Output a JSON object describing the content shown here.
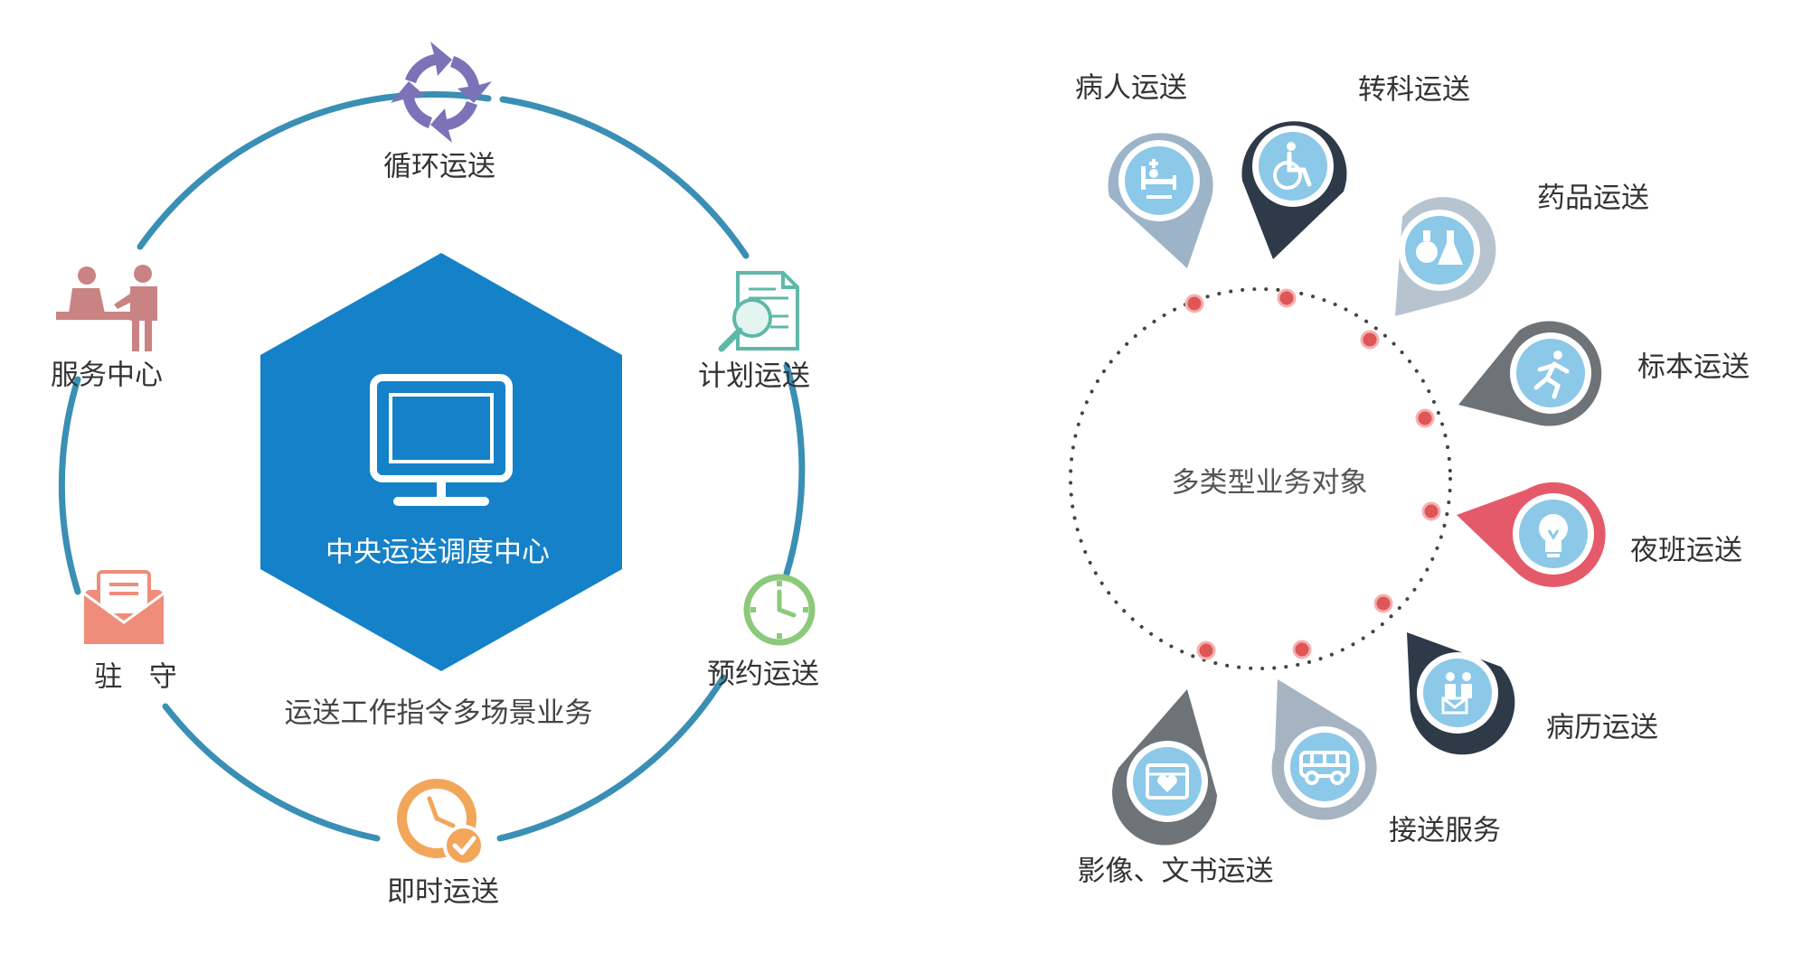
{
  "left": {
    "hub_title": "中央运送调度中心",
    "subtitle": "运送工作指令多场景业务",
    "nodes": [
      {
        "id": "cycle",
        "label": "循环运送",
        "icon": "cycle-arrows-icon",
        "color": "#7b72b8"
      },
      {
        "id": "plan",
        "label": "计划运送",
        "icon": "document-magnifier-icon",
        "color": "#5fb8a8"
      },
      {
        "id": "appoint",
        "label": "预约运送",
        "icon": "clock-icon",
        "color": "#8cc97a"
      },
      {
        "id": "instant",
        "label": "即时运送",
        "icon": "clock-check-icon",
        "color": "#f2a65a"
      },
      {
        "id": "station",
        "label": "驻   守",
        "icon": "envelope-icon",
        "color": "#ef8c7a"
      },
      {
        "id": "service",
        "label": "服务中心",
        "icon": "service-desk-icon",
        "color": "#c98383"
      }
    ],
    "ring_color": "#3a8fb5",
    "hex_color": "#1581c8"
  },
  "right": {
    "center_label": "多类型业务对象",
    "pins": [
      {
        "id": "patient",
        "label": "病人运送",
        "icon": "hospital-bed-icon",
        "ring": "#9db4c8"
      },
      {
        "id": "transfer",
        "label": "转科运送",
        "icon": "wheelchair-icon",
        "ring": "#2e3a48"
      },
      {
        "id": "drug",
        "label": "药品运送",
        "icon": "flask-icon",
        "ring": "#b7c4d0"
      },
      {
        "id": "specimen",
        "label": "标本运送",
        "icon": "runner-icon",
        "ring": "#6e7378"
      },
      {
        "id": "night",
        "label": "夜班运送",
        "icon": "lightbulb-icon",
        "ring": "#e55a6a"
      },
      {
        "id": "record",
        "label": "病历运送",
        "icon": "records-icon",
        "ring": "#2e3a48"
      },
      {
        "id": "shuttle",
        "label": "接送服务",
        "icon": "van-icon",
        "ring": "#a6b4c2"
      },
      {
        "id": "imaging",
        "label": "影像、文书运送",
        "icon": "browser-heart-icon",
        "ring": "#6e7378"
      }
    ],
    "inner_color": "#8cc8e8",
    "dot_color": "#e05555"
  }
}
